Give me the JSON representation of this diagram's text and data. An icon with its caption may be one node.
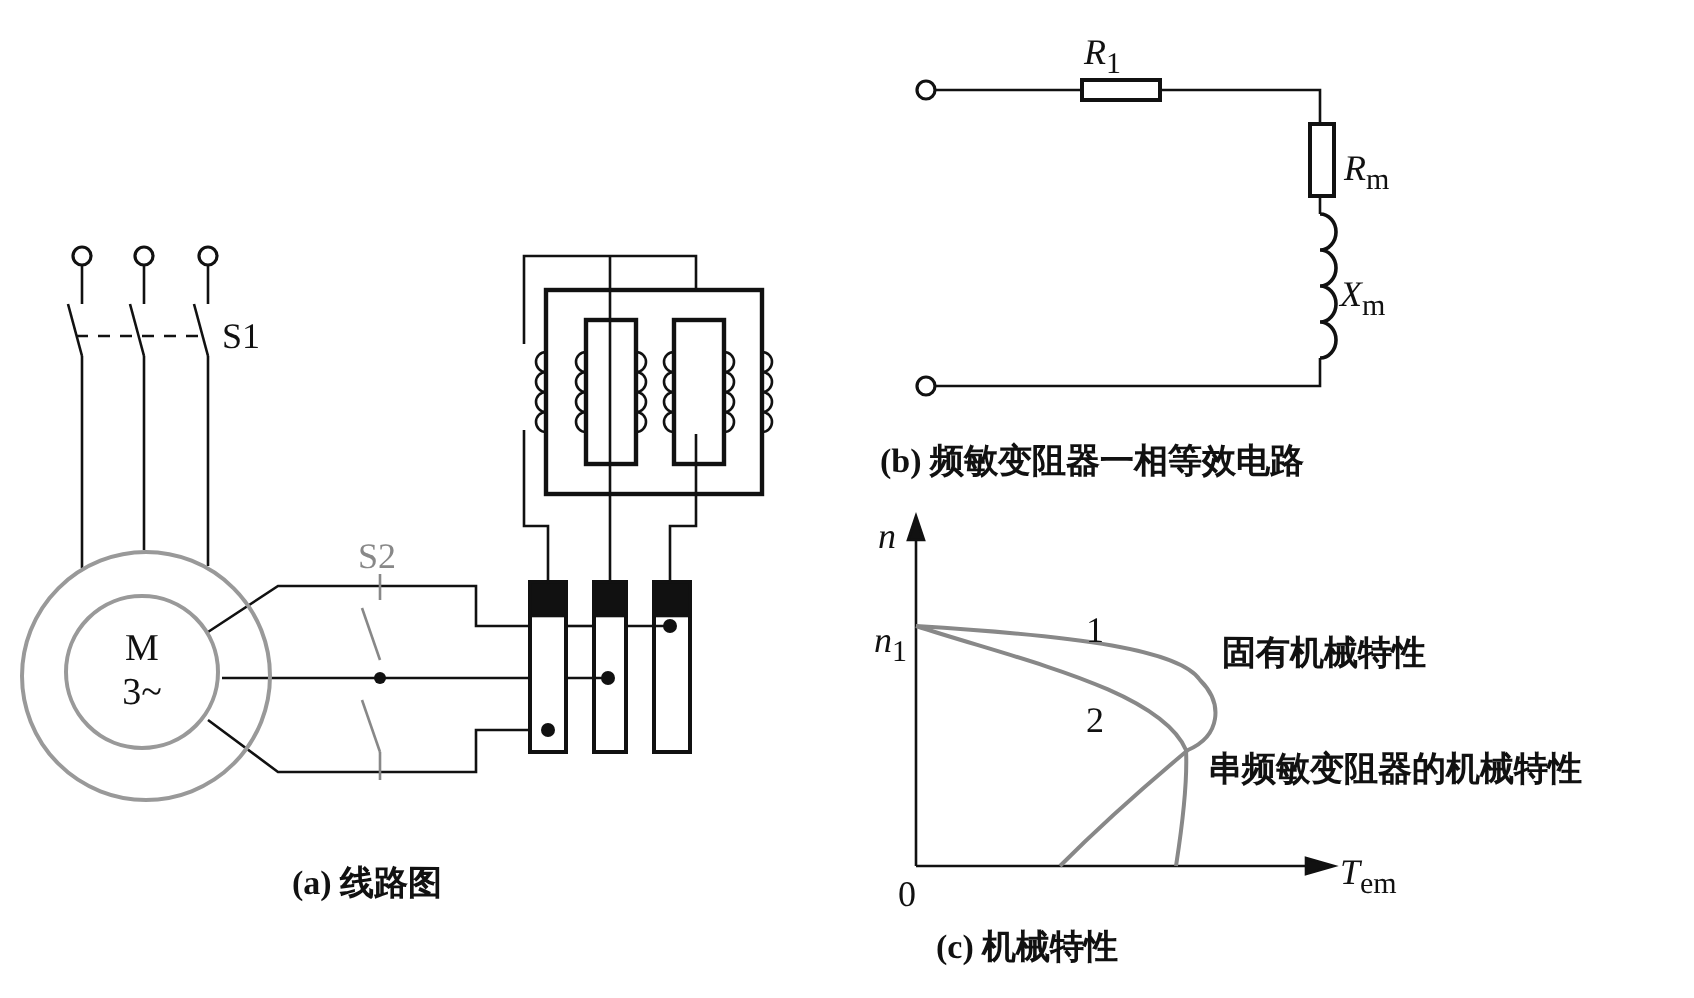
{
  "diagram": {
    "nodes": [
      {
        "text": [],
        "shape": "circle"
      },
      {
        "text": [
          "M 3~"
        ],
        "in": 0
      }
    ],
    "labels": [
      "*R*$_{1}$",
      "*R*$_{m}$",
      "S1",
      "*X*$_{m}$",
      "(b) 频敏变阻器一相等效电路",
      "n",
      "S2",
      "*n*$_{1}$",
      "1",
      "固有机械特性",
      "2",
      "串频敏变阻器的机械特性",
      "0",
      "*T*$_{em}$",
      "(a) 线路图",
      "(c) 机械特性"
    ]
  }
}
